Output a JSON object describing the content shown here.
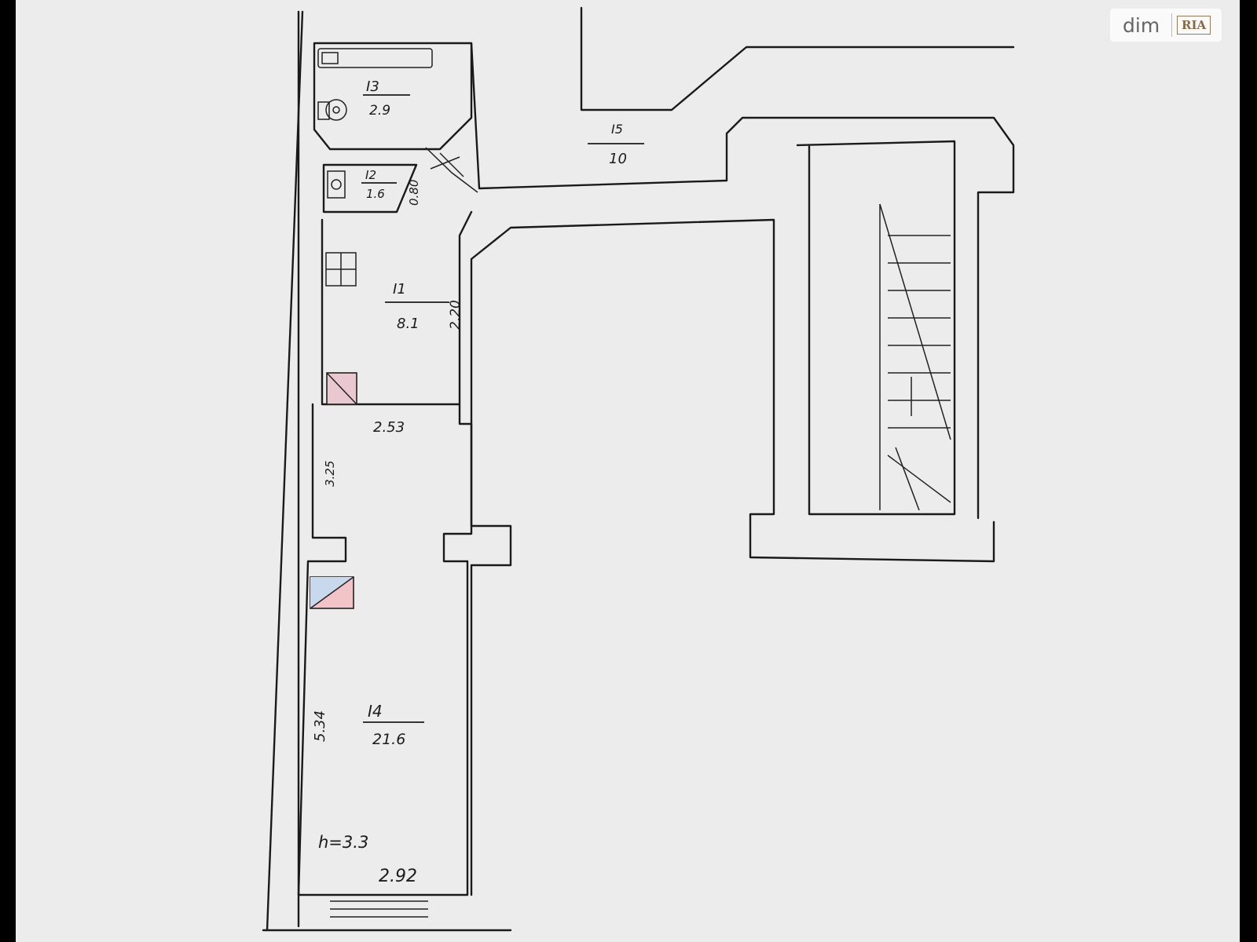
{
  "watermark": {
    "left": "dim",
    "right": "RIA"
  },
  "rooms": [
    {
      "id": "r3",
      "number": "3",
      "area": "2.9"
    },
    {
      "id": "r2",
      "number": "2",
      "area": "1.6"
    },
    {
      "id": "r1",
      "number": "1",
      "area": "8.1"
    },
    {
      "id": "r4",
      "number": "4",
      "area": "21.6"
    },
    {
      "id": "r5",
      "number": "5",
      "area": "10"
    }
  ],
  "room_prefix": "I",
  "dimensions": {
    "bath_side": "0.80",
    "kitchen_side": "2.20",
    "front_hall_top": "2.53",
    "front_hall_side": "3.25",
    "living_side": "5.34",
    "living_bottom": "2.92"
  },
  "ceiling_height": "h=3.3"
}
